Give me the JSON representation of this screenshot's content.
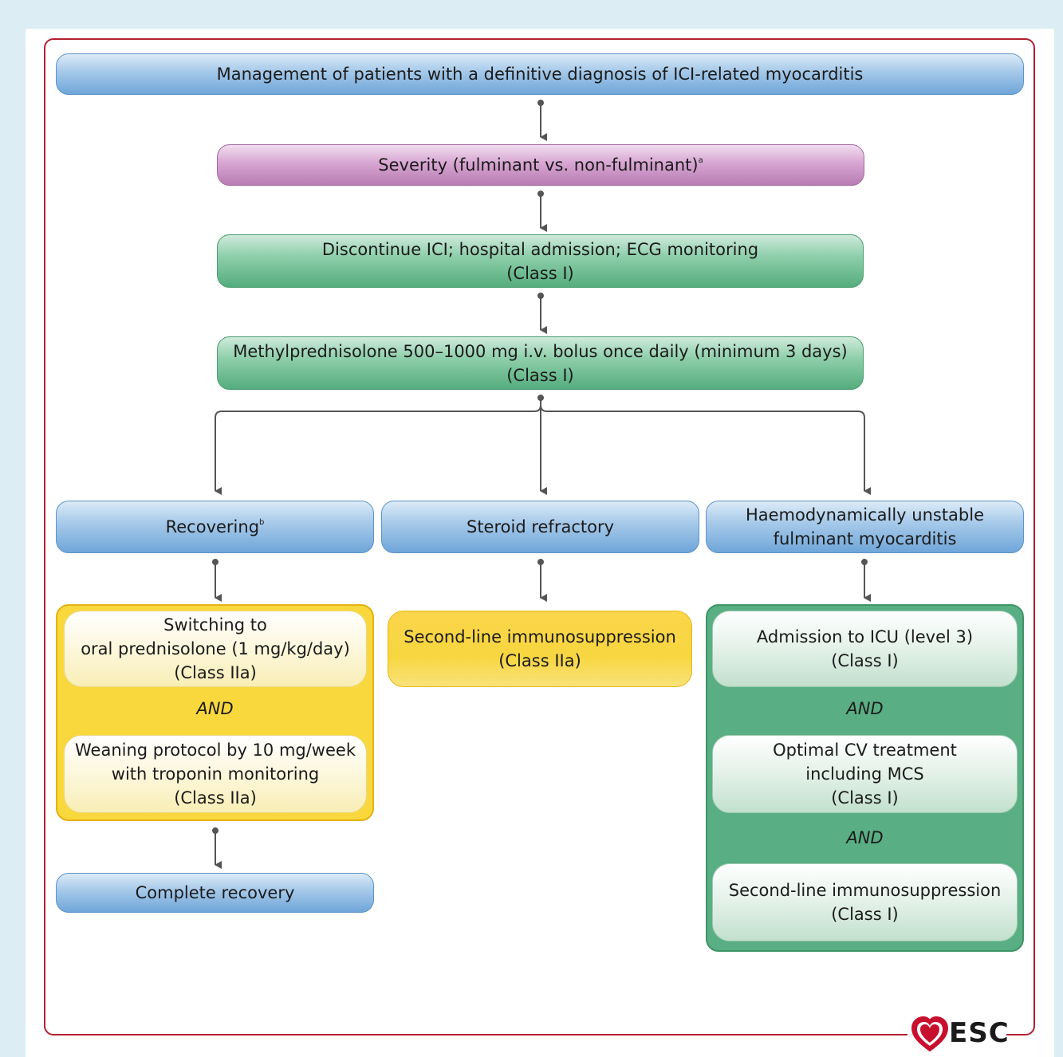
{
  "top": {
    "text": "Management of patients with a definitive diagnosis of ICI-related myocarditis"
  },
  "severity": {
    "text": "Severity (fulminant vs. non-fulminant)",
    "sup": "a"
  },
  "discontinue": {
    "line1": "Discontinue ICI; hospital admission; ECG monitoring",
    "line2": "(Class I)"
  },
  "methyl": {
    "line1": "Methylprednisolone 500–1000 mg i.v. bolus once daily (minimum 3 days)",
    "line2": "(Class I)"
  },
  "recovering": {
    "text": "Recovering",
    "sup": "b"
  },
  "refractory": {
    "text": "Steroid refractory"
  },
  "unstable": {
    "line1": "Haemodynamically unstable",
    "line2": "fulminant myocarditis"
  },
  "left": {
    "switch": {
      "line1": "Switching to",
      "line2": "oral prednisolone (1 mg/kg/day)",
      "line3": "(Class IIa)"
    },
    "and": "AND",
    "wean": {
      "line1": "Weaning protocol by 10 mg/week",
      "line2": "with troponin monitoring",
      "line3": "(Class IIa)"
    }
  },
  "complete": {
    "text": "Complete recovery"
  },
  "middle": {
    "line1": "Second-line immunosuppression",
    "line2": "(Class IIa)"
  },
  "right": {
    "icu": {
      "line1": "Admission to ICU (level 3)",
      "line2": "(Class I)"
    },
    "and1": "AND",
    "cv": {
      "line1": "Optimal CV treatment",
      "line2": "including MCS",
      "line3": "(Class I)"
    },
    "and2": "AND",
    "second": {
      "line1": "Second-line immunosuppression",
      "line2": "(Class I)"
    }
  },
  "logo": {
    "text": "ESC"
  },
  "colors": {
    "frame": "#b21f2d",
    "blue": "#6fa6d9",
    "purple": "#b87cb3",
    "green": "#55ad7e",
    "yellow": "#f9d83e",
    "connector": "#555555"
  }
}
